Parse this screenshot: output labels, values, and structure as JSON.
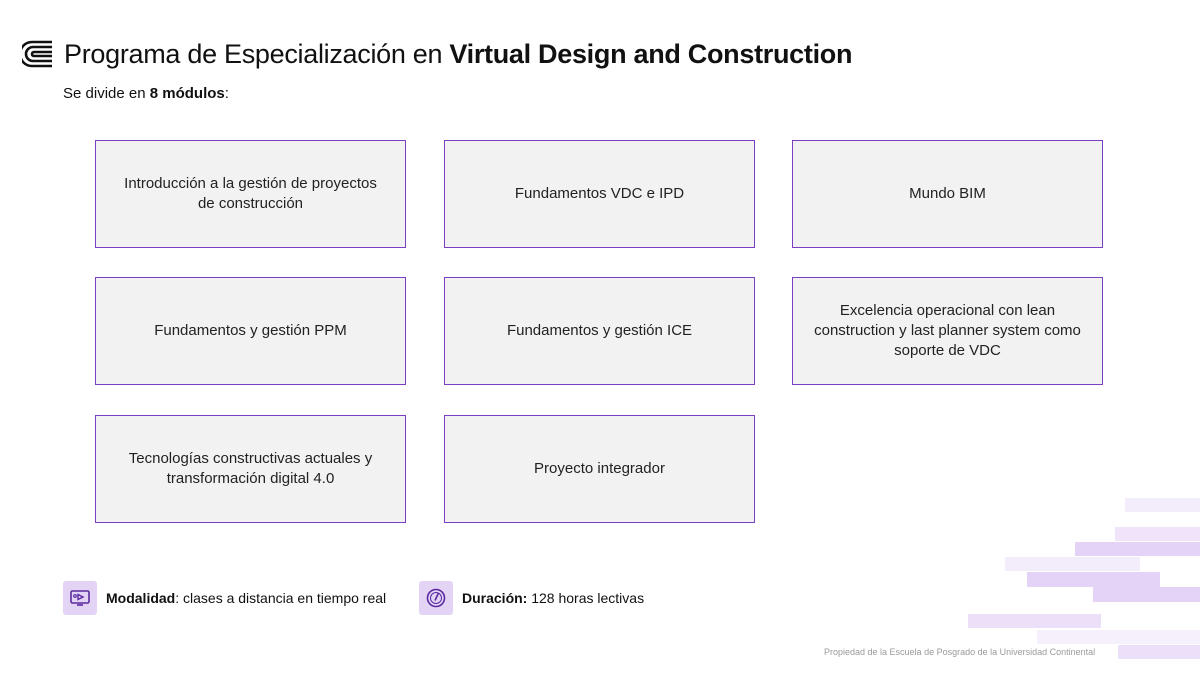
{
  "header": {
    "title_regular": "Programa de Especialización en ",
    "title_bold": "Virtual Design and Construction"
  },
  "subtitle": {
    "prefix": "Se divide en ",
    "bold": "8 módulos",
    "suffix": ":"
  },
  "modules": [
    "Introducción a la gestión de proyectos de construcción",
    "Fundamentos VDC e IPD",
    "Mundo BIM",
    "Fundamentos y gestión PPM",
    "Fundamentos y gestión ICE",
    "Excelencia operacional con lean construction y last planner system como soporte de VDC",
    "Tecnologías constructivas actuales y transformación digital 4.0",
    "Proyecto integrador"
  ],
  "modalidad": {
    "label": "Modalidad",
    "value": ": clases a distancia en tiempo real",
    "icon": "video-class-icon"
  },
  "duracion": {
    "label": "Duración:",
    "value": " 128 horas lectivas",
    "icon": "clock-icon"
  },
  "footer": {
    "property": "Propiedad de la Escuela de Posgrado de la Universidad Continental"
  },
  "colors": {
    "accent": "#7b3fc4",
    "card_bg": "#f2f2f2",
    "icon_bg": "#e3d4f5"
  }
}
